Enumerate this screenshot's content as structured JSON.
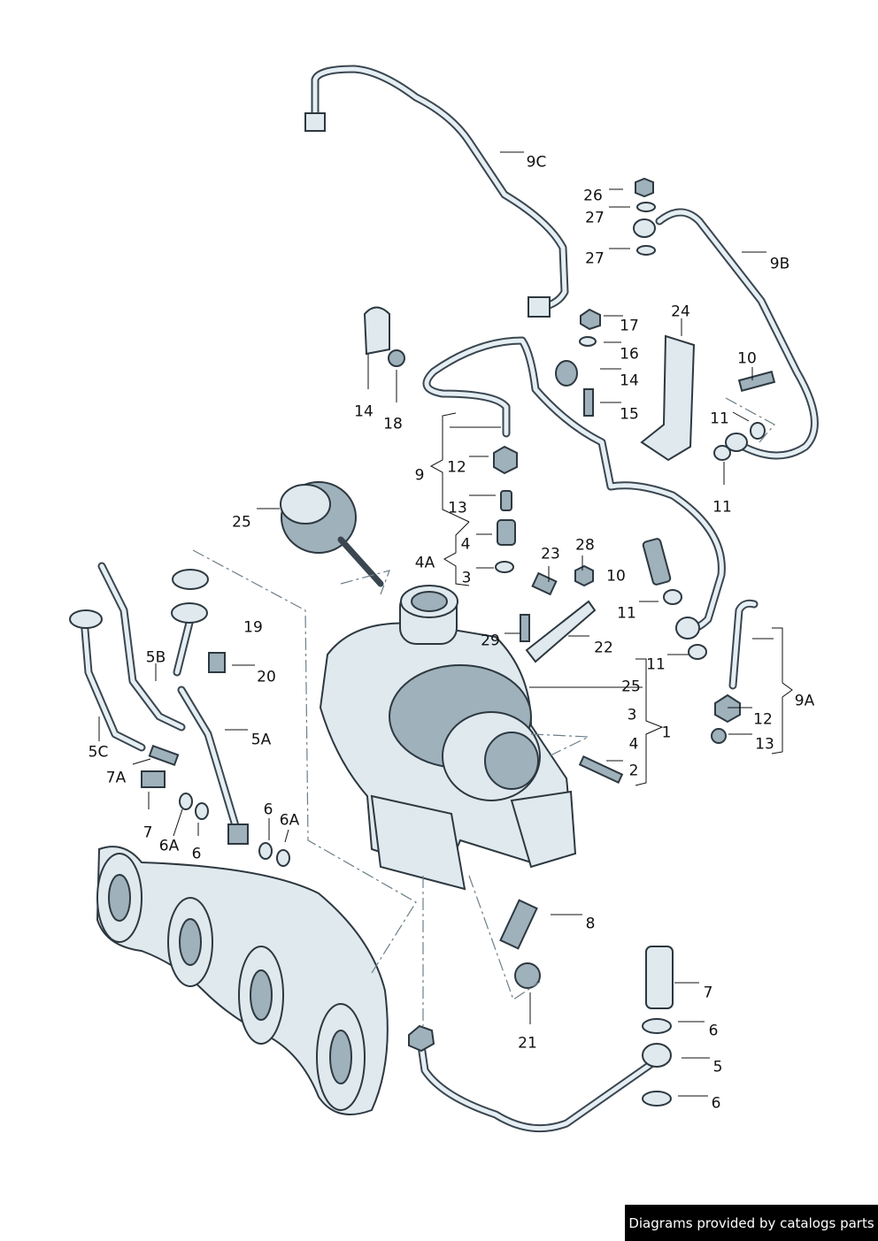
{
  "diagram": {
    "labels": [
      "9C",
      "26",
      "27",
      "27",
      "9B",
      "24",
      "17",
      "16",
      "14",
      "10",
      "15",
      "11",
      "14",
      "18",
      "12",
      "9",
      "11",
      "13",
      "25",
      "4",
      "28",
      "23",
      "4A",
      "10",
      "3",
      "11",
      "19",
      "29",
      "22",
      "5B",
      "11",
      "20",
      "25",
      "9A",
      "3",
      "12",
      "1",
      "5A",
      "4",
      "13",
      "5C",
      "2",
      "7A",
      "6",
      "6A",
      "7",
      "6A",
      "6",
      "8",
      "7",
      "6",
      "21",
      "5",
      "6"
    ]
  },
  "footer": {
    "text": "Diagrams provided by catalogs parts"
  },
  "colors": {
    "part_fill": "#dfe9ee",
    "outline": "#2d3840",
    "footer_bg": "#000000"
  }
}
